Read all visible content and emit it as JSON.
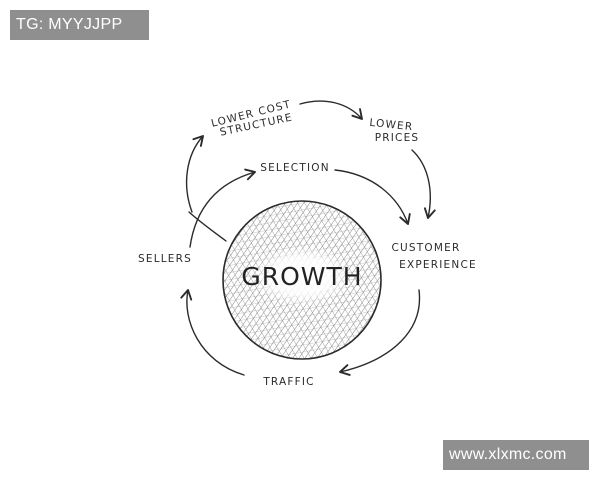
{
  "watermarks": {
    "top_left": "TG: MYYJJPP",
    "bottom_right": "www.xlxmc.com"
  },
  "diagram": {
    "center": "GROWTH",
    "nodes": {
      "lower_cost_line1": "LOWER COST",
      "lower_cost_line2": "STRUCTURE",
      "lower_prices_line1": "LOWER",
      "lower_prices_line2": "PRICES",
      "selection": "SELECTION",
      "customer_experience_line1": "CUSTOMER",
      "customer_experience_line2": "EXPERIENCE",
      "traffic": "TRAFFIC",
      "sellers": "SELLERS"
    }
  }
}
